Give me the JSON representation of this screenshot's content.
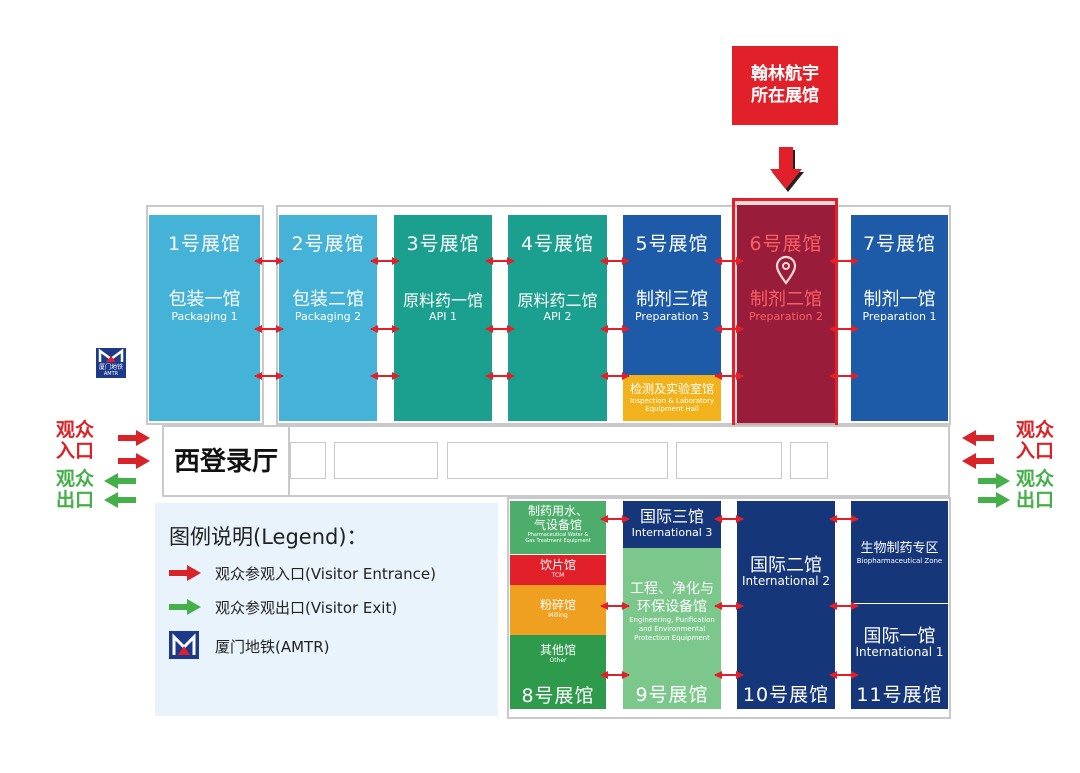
{
  "colors": {
    "hall1": "#45b3d8",
    "hall2": "#45b3d8",
    "hall3": "#1b9f8e",
    "hall4": "#1b9f8e",
    "hall5": "#1d5aa8",
    "hall6": "#8a1b3f",
    "hall7": "#1d5aa8",
    "hall6_text": "#ff6e6e",
    "intl": "#16367a",
    "pharma_water": "#4cae6a",
    "tcm": "#e2202a",
    "milling": "#f0a020",
    "other": "#2e9a4c",
    "hall9": "#7cc78b",
    "inspection": "#f2b21c",
    "highlight": "#e2202a",
    "entrance": "#d82328",
    "exit": "#45b04a",
    "legend_bg": "#e8f3fb"
  },
  "callout": {
    "line1": "翰林航宇",
    "line2": "所在展馆"
  },
  "halls_top": [
    {
      "num": "1号展馆",
      "cn": "包装一馆",
      "en": "Packaging 1"
    },
    {
      "num": "2号展馆",
      "cn": "包装二馆",
      "en": "Packaging 2"
    },
    {
      "num": "3号展馆",
      "cn": "原料药一馆",
      "en": "API 1"
    },
    {
      "num": "4号展馆",
      "cn": "原料药二馆",
      "en": "API 2"
    },
    {
      "num": "5号展馆",
      "cn": "制剂三馆",
      "en": "Preparation 3"
    },
    {
      "num": "6号展馆",
      "cn": "制剂二馆",
      "en": "Preparation 2"
    },
    {
      "num": "7号展馆",
      "cn": "制剂一馆",
      "en": "Preparation 1"
    }
  ],
  "inspection": {
    "cn": "检测及实验室馆",
    "en1": "Inspection & Laboratory",
    "en2": "Equipment Hall"
  },
  "lobby": "西登录厅",
  "metro_icon_label": {
    "line1": "厦门地铁",
    "line2": "AMTR"
  },
  "left_entrance": {
    "l1": "观众",
    "l2": "入口"
  },
  "left_exit": {
    "l1": "观众",
    "l2": "出口"
  },
  "right_entrance": {
    "l1": "观众",
    "l2": "入口"
  },
  "right_exit": {
    "l1": "观众",
    "l2": "出口"
  },
  "hall8": {
    "num": "8号展馆",
    "water_cn1": "制药用水、",
    "water_cn2": "气设备馆",
    "water_en1": "Pharmaceutical Water &",
    "water_en2": "Gas Treatment Equipment",
    "tcm_cn": "饮片馆",
    "tcm_en": "TCM",
    "milling_cn": "粉碎馆",
    "milling_en": "Milling",
    "other_cn": "其他馆",
    "other_en": "Other"
  },
  "intl3": {
    "cn": "国际三馆",
    "en": "International 3"
  },
  "hall9": {
    "num": "9号展馆",
    "cn1": "工程、净化与",
    "cn2": "环保设备馆",
    "en1": "Engineering, Purification",
    "en2": "and Environmental",
    "en3": "Protection Equipment"
  },
  "hall10": {
    "num": "10号展馆",
    "cn": "国际二馆",
    "en": "International 2"
  },
  "hall11": {
    "num": "11号展馆",
    "bio_cn": "生物制药专区",
    "bio_en": "Biopharmaceutical Zone",
    "intl1_cn": "国际一馆",
    "intl1_en": "International 1"
  },
  "legend": {
    "title": "图例说明(Legend)：",
    "entrance": "观众参观入口(Visitor Entrance)",
    "exit": "观众参观出口(Visitor Exit)",
    "metro": "厦门地铁(AMTR)"
  }
}
